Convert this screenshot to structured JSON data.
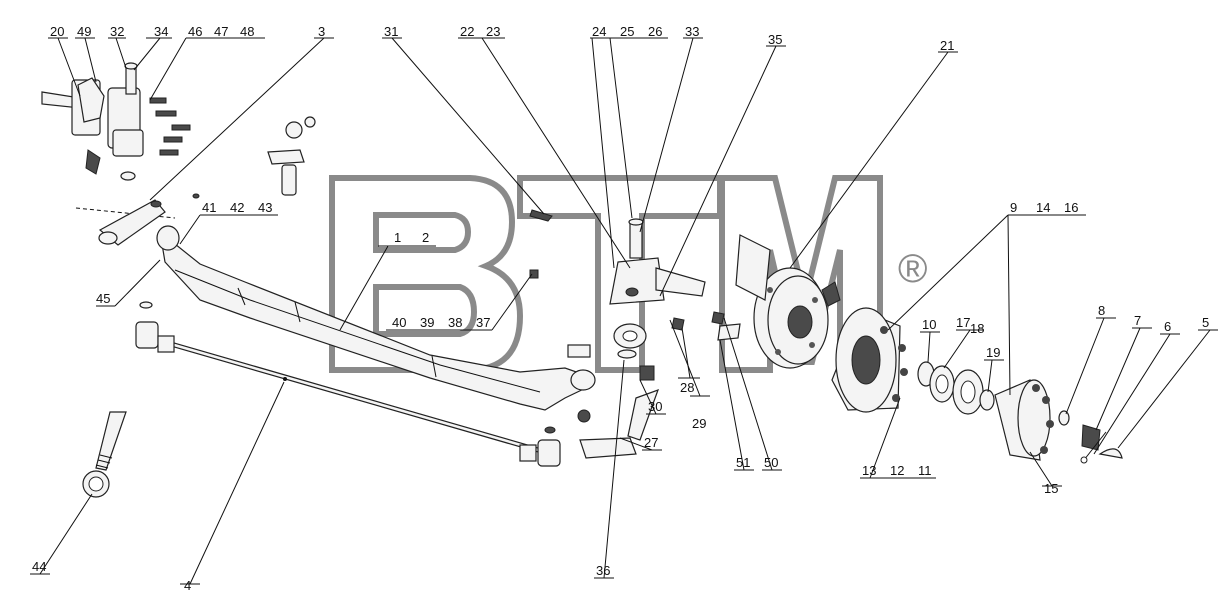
{
  "watermark": {
    "text": "BTM",
    "symbol": "®"
  },
  "labels": {
    "l20": "20",
    "l49": "49",
    "l32": "32",
    "l34": "34",
    "l46": "46",
    "l47": "47",
    "l48": "48",
    "l3": "3",
    "l31": "31",
    "l22": "22",
    "l23": "23",
    "l24": "24",
    "l25": "25",
    "l26": "26",
    "l33": "33",
    "l35": "35",
    "l21": "21",
    "l9": "9",
    "l14": "14",
    "l16": "16",
    "l41": "41",
    "l42": "42",
    "l43": "43",
    "l1": "1",
    "l2": "2",
    "l45": "45",
    "l40": "40",
    "l39": "39",
    "l38": "38",
    "l37": "37",
    "l10": "10",
    "l17": "17",
    "l18": "18",
    "l19": "19",
    "l8": "8",
    "l7": "7",
    "l6": "6",
    "l5": "5",
    "l28": "28",
    "l29": "29",
    "l30": "30",
    "l27": "27",
    "l51": "51",
    "l50": "50",
    "l13": "13",
    "l12": "12",
    "l11": "11",
    "l15": "15",
    "l36": "36",
    "l44": "44",
    "l4": "4"
  }
}
